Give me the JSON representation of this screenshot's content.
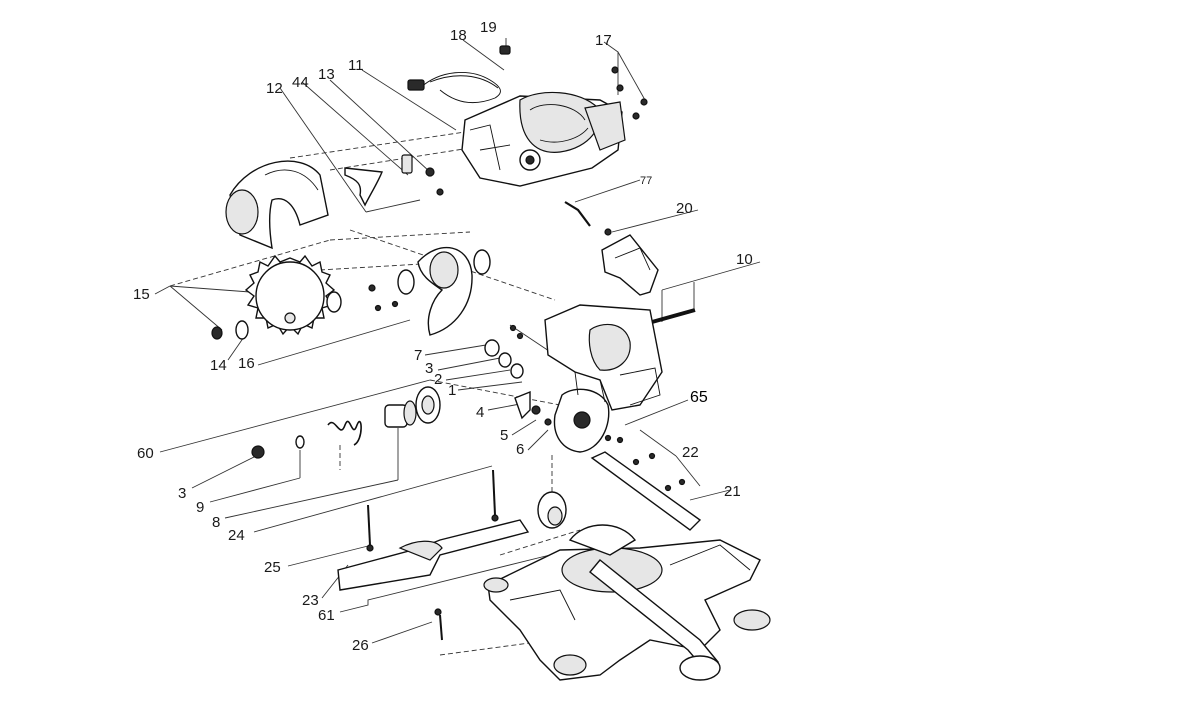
{
  "callouts": [
    {
      "id": "c19",
      "label": "19"
    },
    {
      "id": "c18",
      "label": "18"
    },
    {
      "id": "c17",
      "label": "17"
    },
    {
      "id": "c11",
      "label": "11"
    },
    {
      "id": "c13",
      "label": "13"
    },
    {
      "id": "c44",
      "label": "44"
    },
    {
      "id": "c12",
      "label": "12"
    },
    {
      "id": "c77",
      "label": "77"
    },
    {
      "id": "c20",
      "label": "20"
    },
    {
      "id": "c10",
      "label": "10"
    },
    {
      "id": "c15",
      "label": "15"
    },
    {
      "id": "c14",
      "label": "14"
    },
    {
      "id": "c16",
      "label": "16"
    },
    {
      "id": "c7",
      "label": "7"
    },
    {
      "id": "c3a",
      "label": "3"
    },
    {
      "id": "c2",
      "label": "2"
    },
    {
      "id": "c1",
      "label": "1"
    },
    {
      "id": "c65",
      "label": "65"
    },
    {
      "id": "c4",
      "label": "4"
    },
    {
      "id": "c5",
      "label": "5"
    },
    {
      "id": "c6",
      "label": "6"
    },
    {
      "id": "c60",
      "label": "60"
    },
    {
      "id": "c22",
      "label": "22"
    },
    {
      "id": "c21",
      "label": "21"
    },
    {
      "id": "c3b",
      "label": "3"
    },
    {
      "id": "c9",
      "label": "9"
    },
    {
      "id": "c8",
      "label": "8"
    },
    {
      "id": "c24",
      "label": "24"
    },
    {
      "id": "c25",
      "label": "25"
    },
    {
      "id": "c23",
      "label": "23"
    },
    {
      "id": "c61",
      "label": "61"
    },
    {
      "id": "c26",
      "label": "26"
    }
  ]
}
